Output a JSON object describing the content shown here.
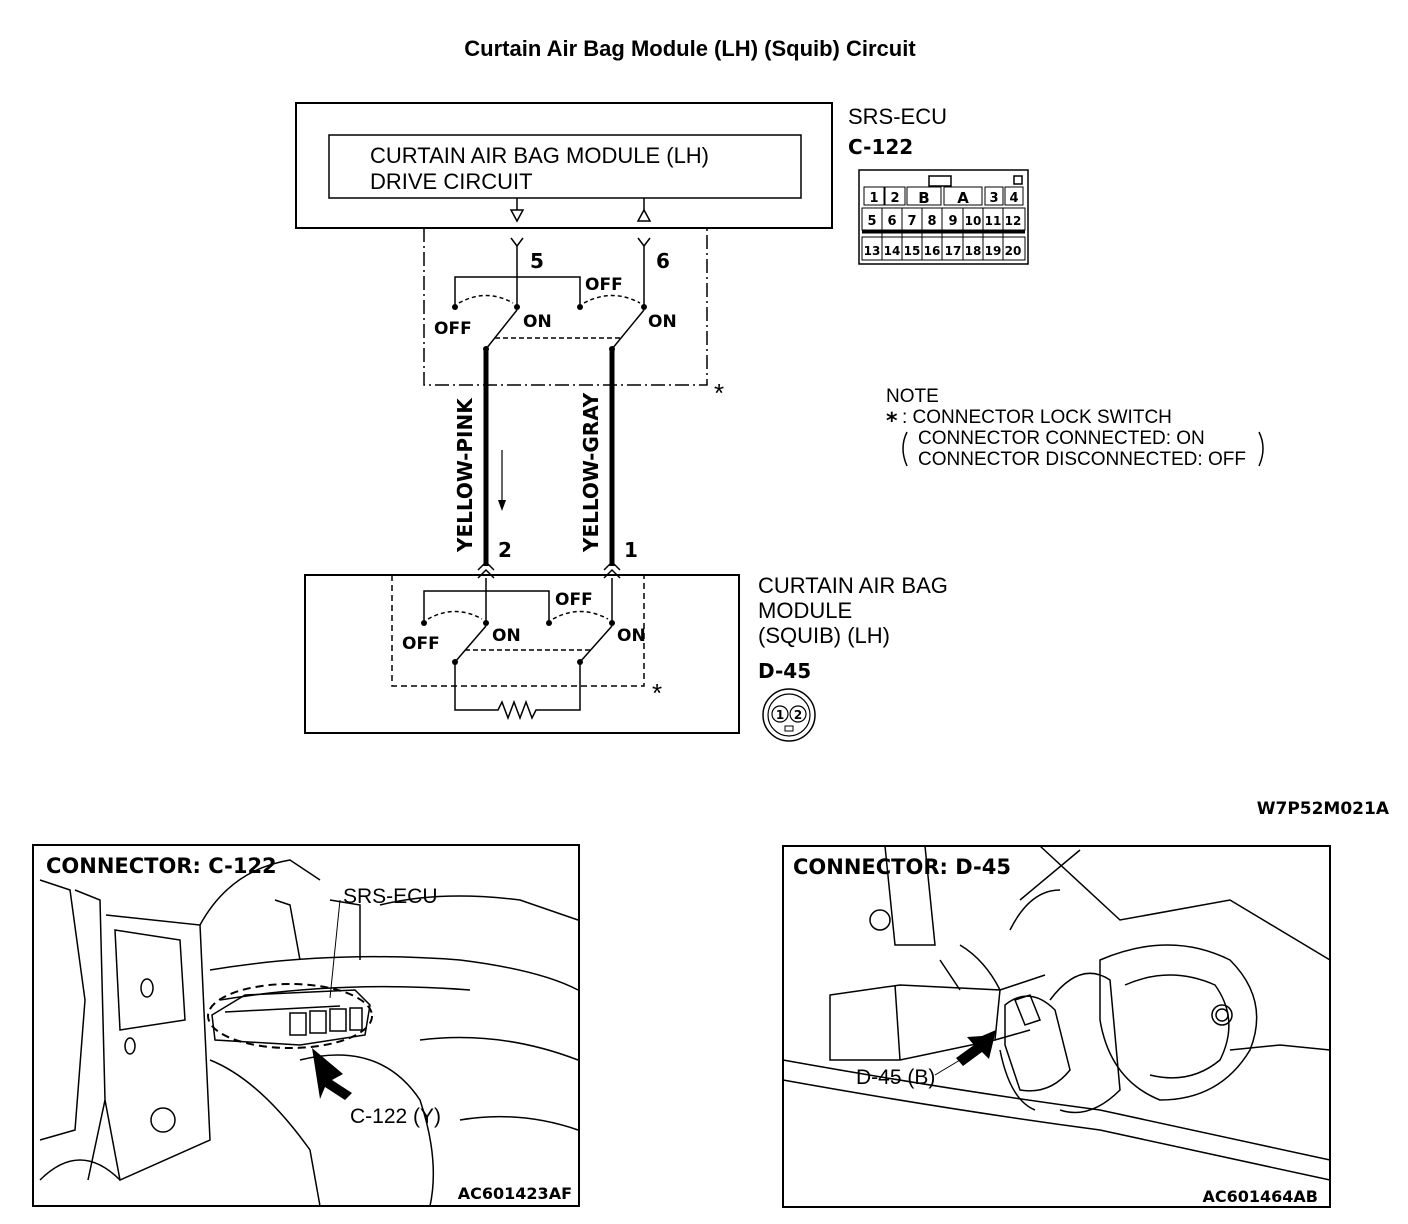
{
  "title": "Curtain Air Bag Module (LH) (Squib) Circuit",
  "ecu": {
    "name": "SRS-ECU",
    "connector": "C-122",
    "drive_circuit_line1": "CURTAIN AIR BAG MODULE (LH)",
    "drive_circuit_line2": "DRIVE CIRCUIT",
    "pins_top": [
      "1",
      "2",
      "B",
      "A",
      "3",
      "4"
    ],
    "pins_mid": [
      "5",
      "6",
      "7",
      "8",
      "9",
      "10",
      "11",
      "12"
    ],
    "pins_bot": [
      "13",
      "14",
      "15",
      "16",
      "17",
      "18",
      "19",
      "20"
    ]
  },
  "switch_labels": {
    "off": "OFF",
    "on": "ON"
  },
  "terminals": {
    "ecu_left": "5",
    "ecu_right": "6",
    "module_left": "2",
    "module_right": "1"
  },
  "wires": {
    "left": "YELLOW-PINK",
    "right": "YELLOW-GRAY"
  },
  "asterisk": "*",
  "note": {
    "title": "NOTE",
    "star": "*",
    "line1": ": CONNECTOR LOCK SWITCH",
    "line2": "CONNECTOR CONNECTED: ON",
    "line3": "CONNECTOR DISCONNECTED: OFF"
  },
  "module": {
    "line1": "CURTAIN AIR BAG",
    "line2": "MODULE",
    "line3": "(SQUIB) (LH)",
    "connector": "D-45",
    "pins": [
      "1",
      "2"
    ]
  },
  "diagram_code": "W7P52M021A",
  "photo_left": {
    "header": "CONNECTOR: C-122",
    "label_ecu": "SRS-ECU",
    "label_conn": "C-122 (Y)",
    "code": "AC601423AF"
  },
  "photo_right": {
    "header": "CONNECTOR: D-45",
    "label_conn": "D-45 (B)",
    "code": "AC601464AB"
  }
}
